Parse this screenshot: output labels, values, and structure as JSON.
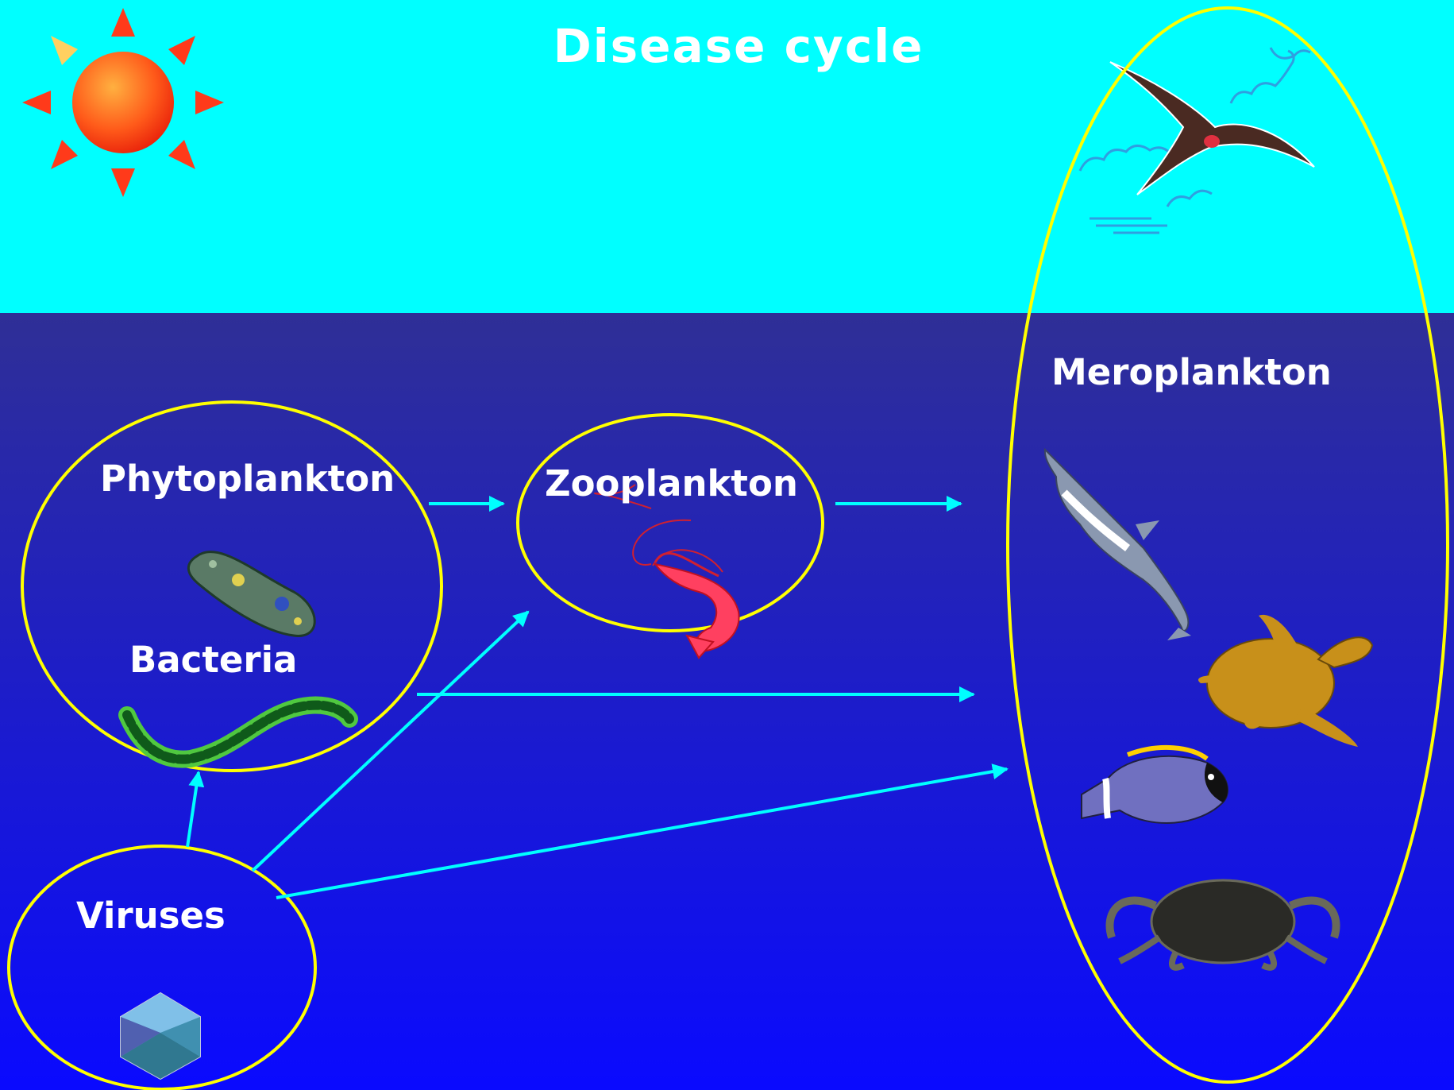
{
  "title": "Disease cycle",
  "nodes": {
    "phytoplankton": "Phytoplankton",
    "bacteria": "Bacteria",
    "zooplankton": "Zooplankton",
    "meroplankton": "Meroplankton",
    "viruses": "Viruses"
  },
  "edges": [
    {
      "from": "phytoplankton",
      "to": "zooplankton"
    },
    {
      "from": "zooplankton",
      "to": "meroplankton"
    },
    {
      "from": "bacteria",
      "to": "meroplankton"
    },
    {
      "from": "viruses",
      "to": "bacteria"
    },
    {
      "from": "viruses",
      "to": "zooplankton"
    },
    {
      "from": "viruses",
      "to": "meroplankton"
    }
  ],
  "colors": {
    "sky": "#00ffff",
    "sea_top": "#2f2f96",
    "sea_bottom": "#0a0aff",
    "outline": "#ffff00",
    "arrow": "#00ffff",
    "text": "#ffffff"
  },
  "icons": [
    "sun-icon",
    "frigatebird-icon",
    "protozoan-icon",
    "bacterium-chain-icon",
    "shrimp-icon",
    "dolphin-icon",
    "sea-turtle-icon",
    "tang-fish-icon",
    "crab-icon",
    "virus-icon"
  ]
}
